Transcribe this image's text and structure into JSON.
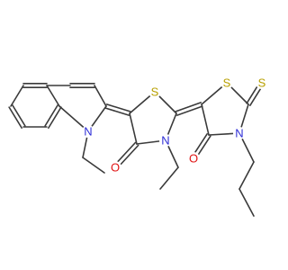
{
  "molecule": {
    "colors": {
      "bond": "#3a3a3a",
      "carbon": "#3a3a3a",
      "nitrogen": "#2d2dd6",
      "oxygen": "#e01414",
      "sulfur": "#b8a000",
      "background": "#ffffff"
    },
    "atom_labels": [
      {
        "id": "n_quinoline",
        "symbol": "N",
        "element": "nitrogen"
      },
      {
        "id": "s_ring1",
        "symbol": "S",
        "element": "sulfur"
      },
      {
        "id": "n_ring1",
        "symbol": "N",
        "element": "nitrogen"
      },
      {
        "id": "o_ring1",
        "symbol": "O",
        "element": "oxygen"
      },
      {
        "id": "s_ring2",
        "symbol": "S",
        "element": "sulfur"
      },
      {
        "id": "s_thione",
        "symbol": "S",
        "element": "sulfur"
      },
      {
        "id": "n_ring2",
        "symbol": "N",
        "element": "nitrogen"
      },
      {
        "id": "o_ring2",
        "symbol": "O",
        "element": "oxygen"
      }
    ]
  }
}
